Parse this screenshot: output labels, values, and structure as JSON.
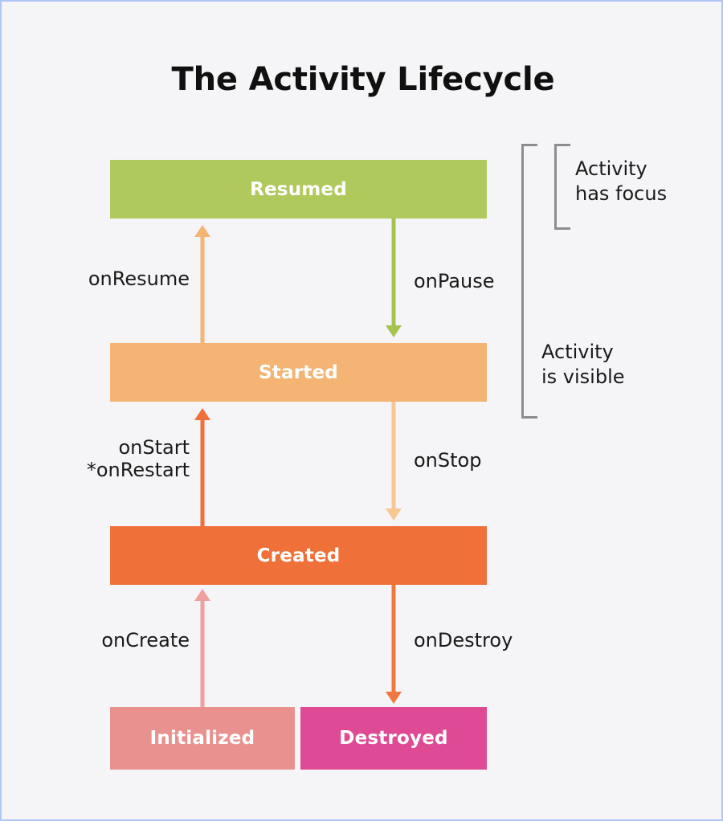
{
  "page": {
    "title": "The Activity Lifecycle",
    "background_color": "#f5f4f7",
    "border_color": "#aec6f5"
  },
  "diagram": {
    "type": "state-machine",
    "states": [
      {
        "id": "resumed",
        "label": "Resumed",
        "color": "#b0c95c",
        "text_color": "#ffffff"
      },
      {
        "id": "started",
        "label": "Started",
        "color": "#f3b474",
        "text_color": "#ffffff"
      },
      {
        "id": "created",
        "label": "Created",
        "color": "#ef7039",
        "text_color": "#ffffff"
      },
      {
        "id": "initialized",
        "label": "Initialized",
        "color": "#e9918e",
        "text_color": "#ffffff"
      },
      {
        "id": "destroyed",
        "label": "Destroyed",
        "color": "#df4a95",
        "text_color": "#ffffff"
      }
    ],
    "transitions": [
      {
        "id": "onresume",
        "label": "onResume",
        "from": "started",
        "to": "resumed",
        "direction": "up",
        "color": "#f3b474"
      },
      {
        "id": "onpause",
        "label": "onPause",
        "from": "resumed",
        "to": "started",
        "direction": "down",
        "color": "#a7c34f"
      },
      {
        "id": "onstart",
        "label": "onStart\n*onRestart",
        "from": "created",
        "to": "started",
        "direction": "up",
        "color": "#ef7039"
      },
      {
        "id": "onstop",
        "label": "onStop",
        "from": "started",
        "to": "created",
        "direction": "down",
        "color": "#f7c891"
      },
      {
        "id": "oncreate",
        "label": "onCreate",
        "from": "initialized",
        "to": "created",
        "direction": "up",
        "color": "#eda09c"
      },
      {
        "id": "ondestroy",
        "label": "onDestroy",
        "from": "created",
        "to": "destroyed",
        "direction": "down",
        "color": "#f0783f"
      }
    ],
    "brackets": [
      {
        "id": "focus",
        "label": "Activity\nhas focus",
        "covers": [
          "resumed"
        ],
        "color": "#8d8d8d"
      },
      {
        "id": "visible",
        "label": "Activity\nis visible",
        "covers": [
          "resumed",
          "started"
        ],
        "color": "#8d8d8d"
      }
    ]
  }
}
